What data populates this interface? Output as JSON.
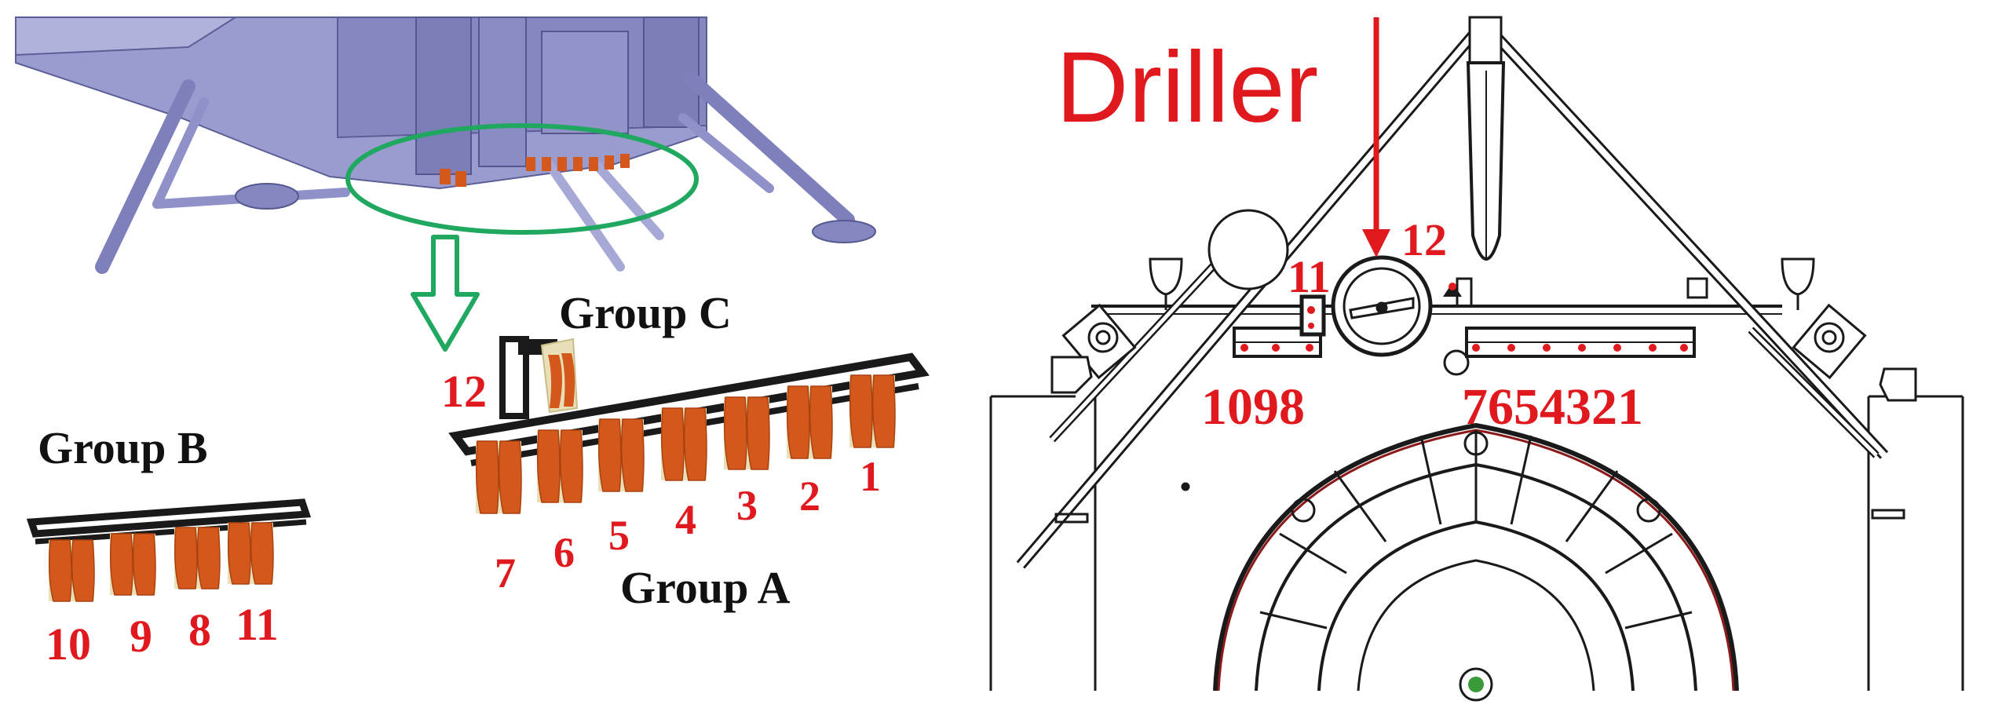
{
  "left_panel": {
    "group_c_label": "Group C",
    "group_b_label": "Group B",
    "group_a_label": "Group A",
    "group_a_numbers": [
      "1",
      "2",
      "3",
      "4",
      "5",
      "6",
      "7"
    ],
    "group_b_numbers": [
      "10",
      "9",
      "8",
      "11"
    ],
    "group_c_number": "12"
  },
  "right_panel": {
    "driller_label": "Driller",
    "label_12": "12",
    "label_11": "11",
    "left_row_numbers": "1098",
    "right_row_numbers": "7654321"
  },
  "colors": {
    "red": "#e0191f",
    "green": "#20a860",
    "lander": "#8f91c8",
    "lander_dark": "#6a6ca4",
    "sampler": "#d4581c",
    "frame": "#1a1a1a"
  }
}
